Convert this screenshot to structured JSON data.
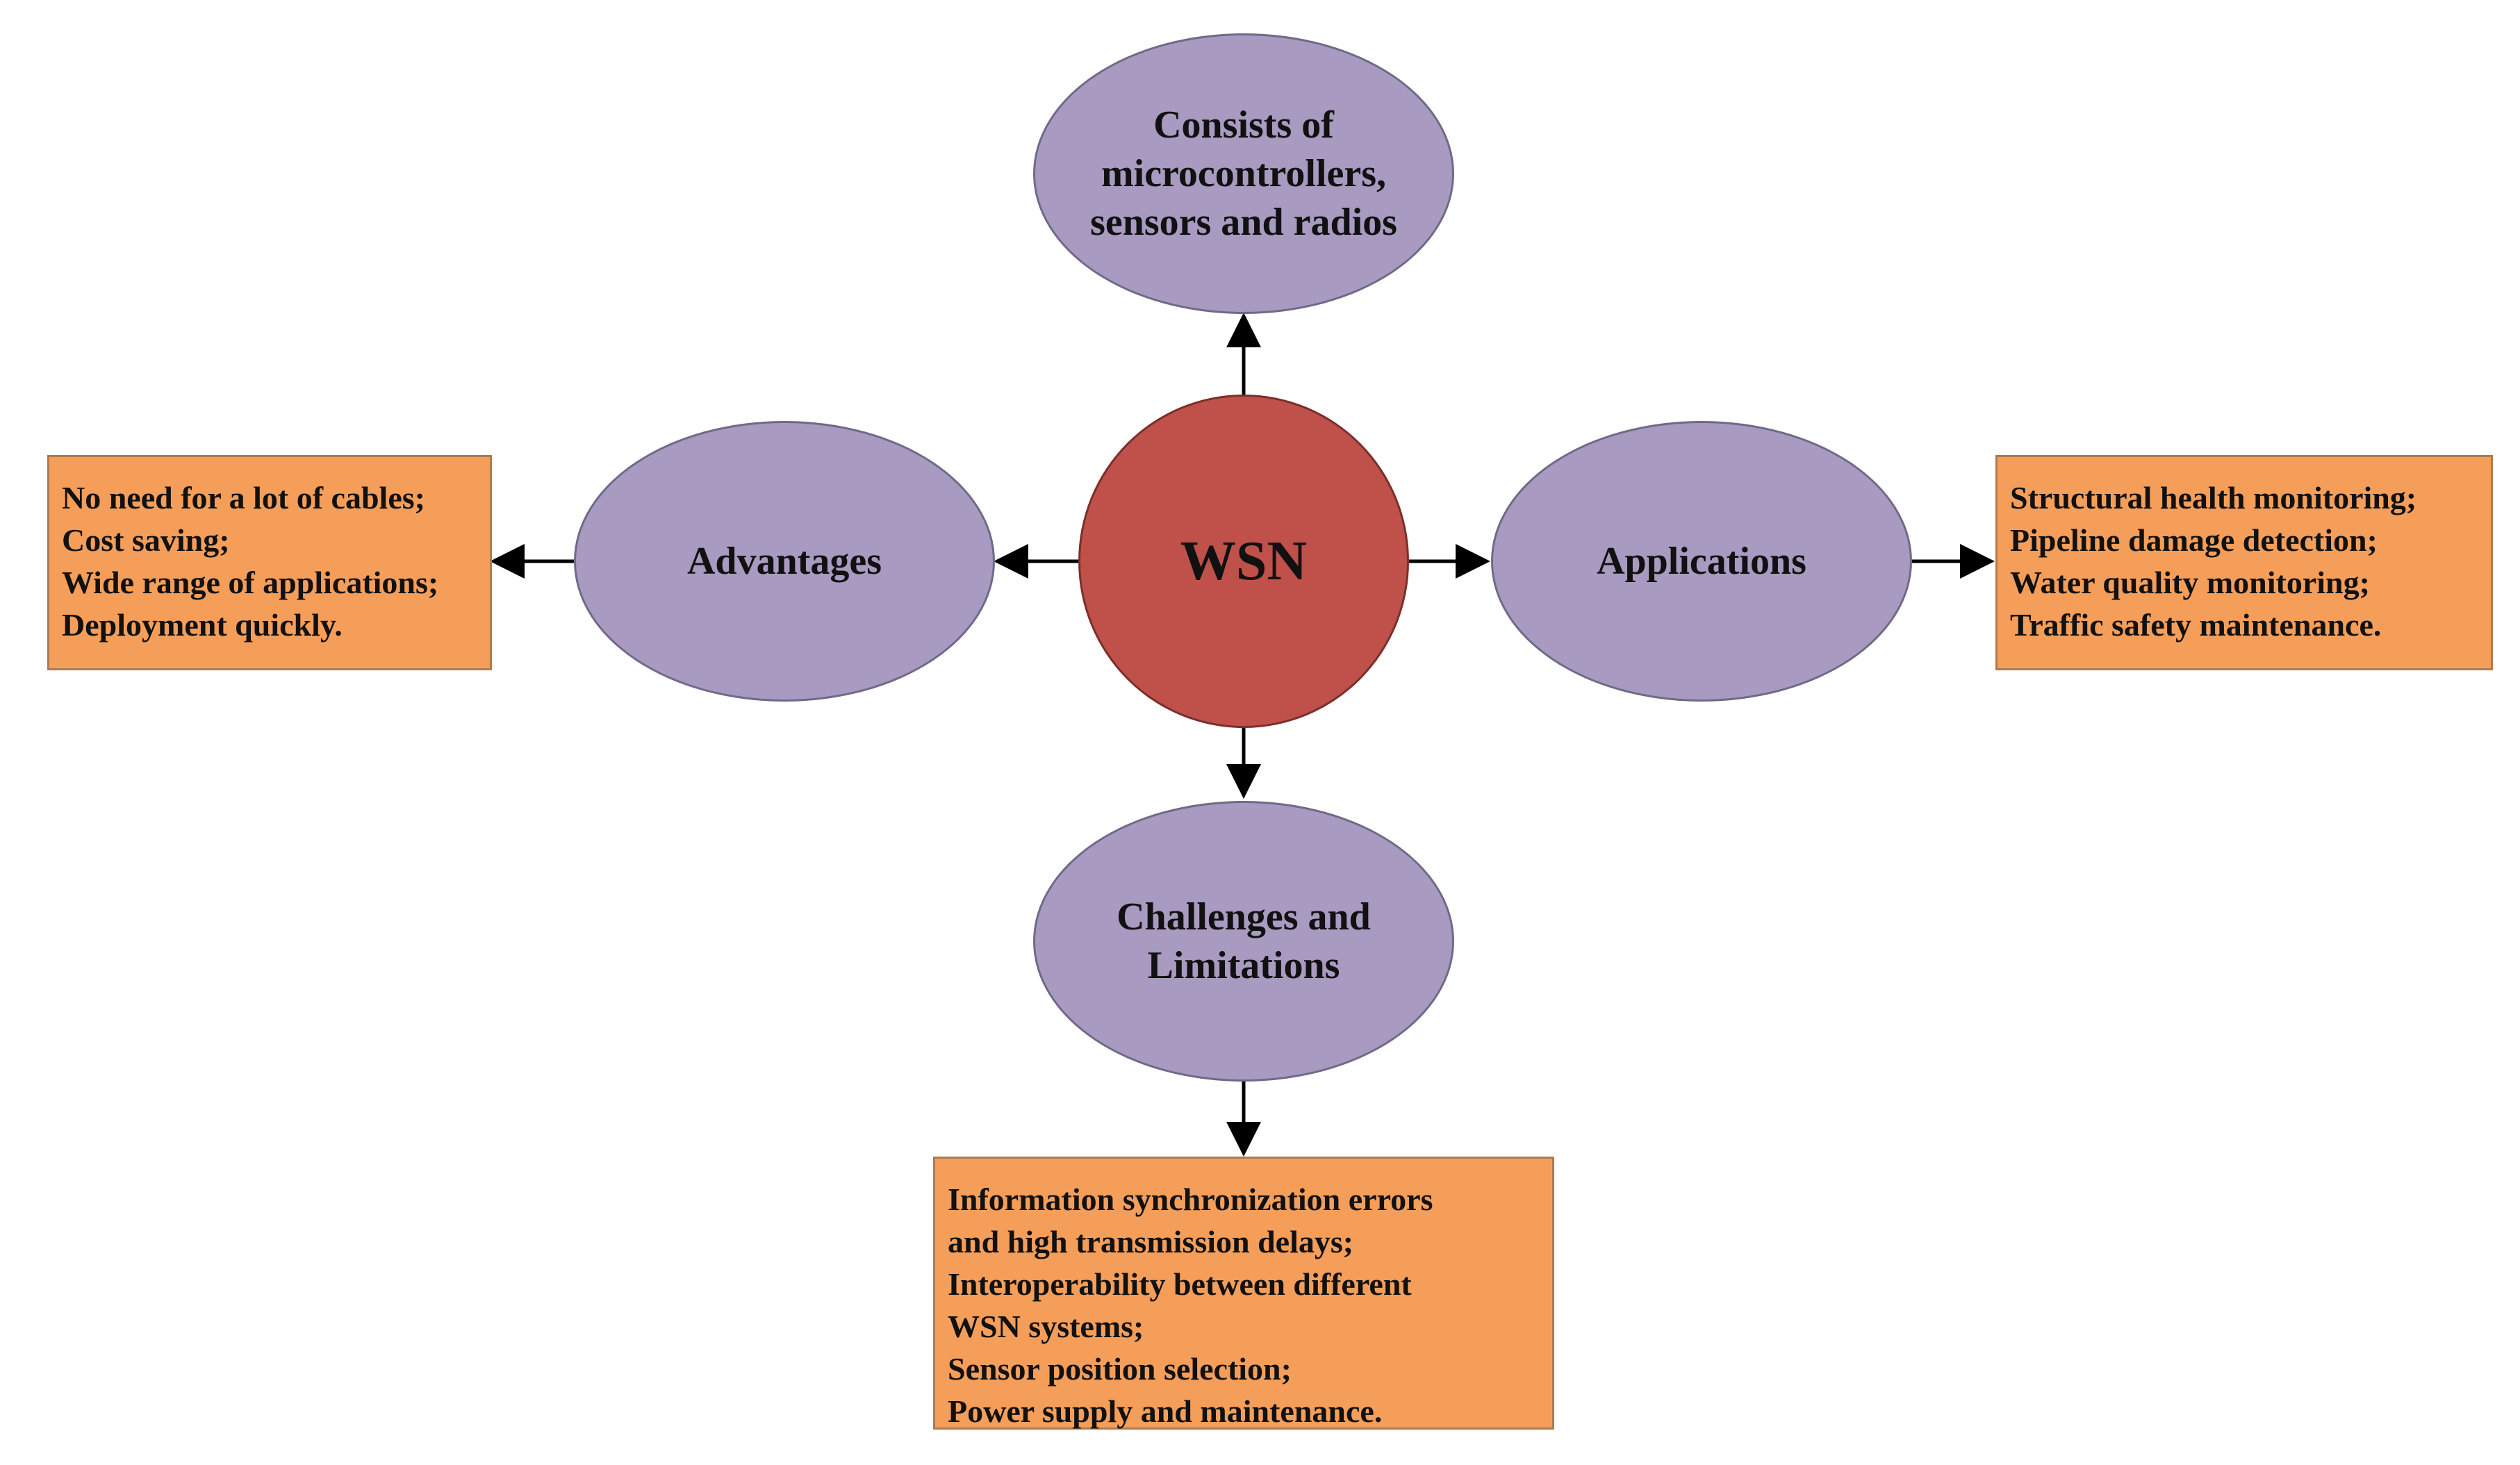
{
  "center": {
    "label": "WSN"
  },
  "nodes": {
    "top": {
      "lines": [
        "Consists of",
        "microcontrollers,",
        "sensors and radios"
      ]
    },
    "left": {
      "lines": [
        "Advantages"
      ]
    },
    "right": {
      "lines": [
        "Applications"
      ]
    },
    "bottom": {
      "lines": [
        "Challenges and",
        "Limitations"
      ]
    }
  },
  "boxes": {
    "advantages": [
      "No need for a lot of cables;",
      "Cost saving;",
      "Wide range of applications;",
      "Deployment quickly."
    ],
    "applications": [
      "Structural health monitoring;",
      "Pipeline damage detection;",
      "Water quality monitoring;",
      "Traffic safety maintenance."
    ],
    "challenges": [
      "Information synchronization errors",
      "and high transmission delays;",
      "Interoperability between different",
      "WSN systems;",
      "Sensor position selection;",
      "Power supply and maintenance."
    ]
  },
  "colors": {
    "ellipse": "#a89ac0",
    "center": "#c0504a",
    "box": "#f59e5a"
  }
}
